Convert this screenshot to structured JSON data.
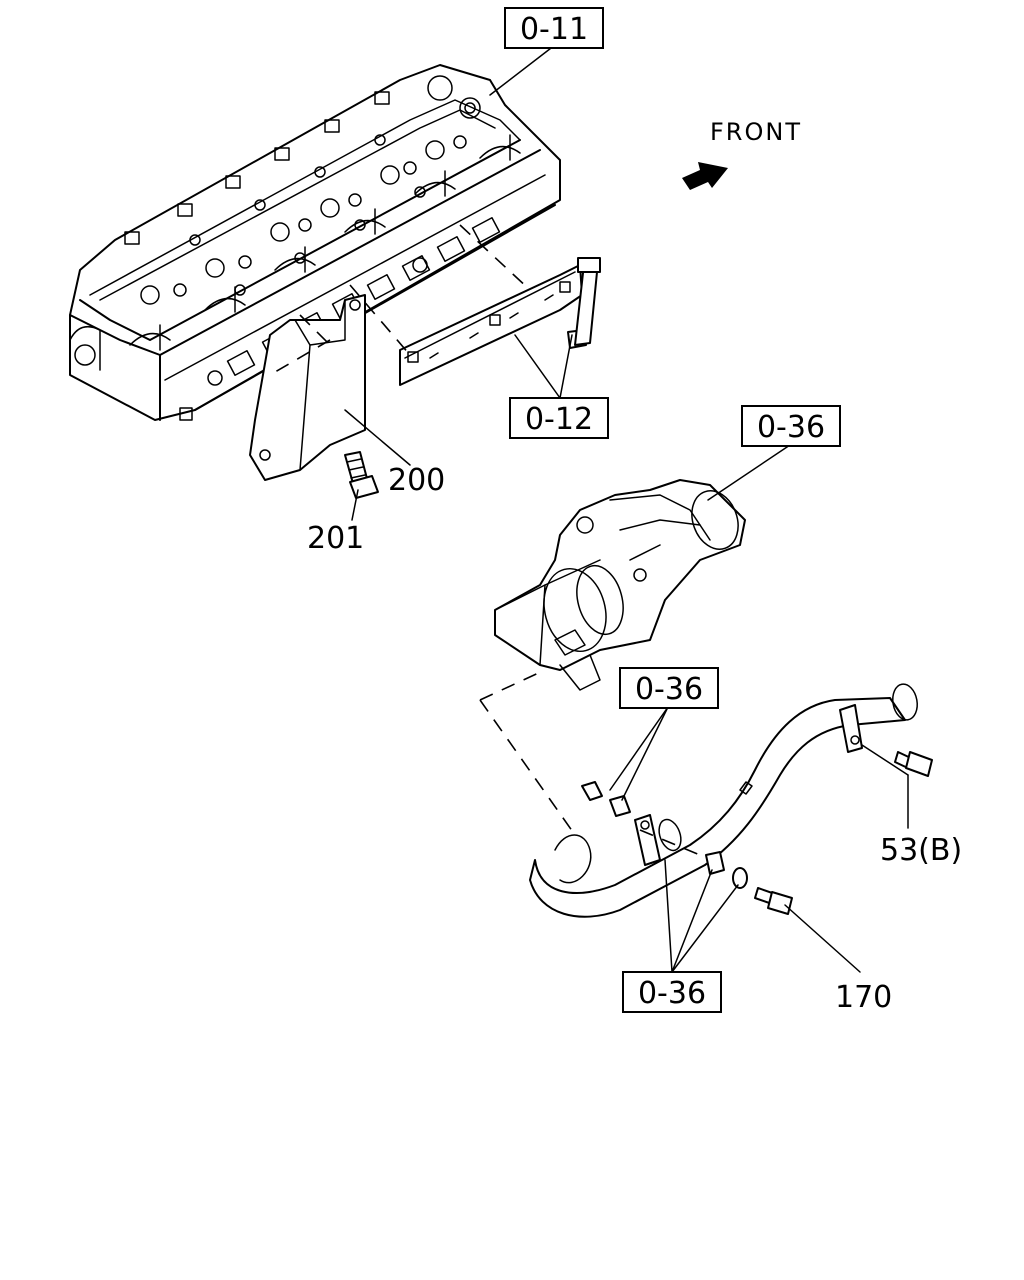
{
  "diagram": {
    "front_label": "FRONT",
    "ref_boxes": {
      "cylinder_head": "0-11",
      "manifold_gasket": "0-12",
      "turbocharger": "0-36",
      "pipe_nuts": "0-36",
      "pipe_fasteners": "0-36"
    },
    "part_numbers": {
      "heat_shield": "200",
      "heat_shield_bolt": "201",
      "pipe_bracket_bolt": "53(B)",
      "pipe_flange_bolt": "170"
    },
    "colors": {
      "ink": "#000000",
      "paper": "#ffffff"
    }
  }
}
